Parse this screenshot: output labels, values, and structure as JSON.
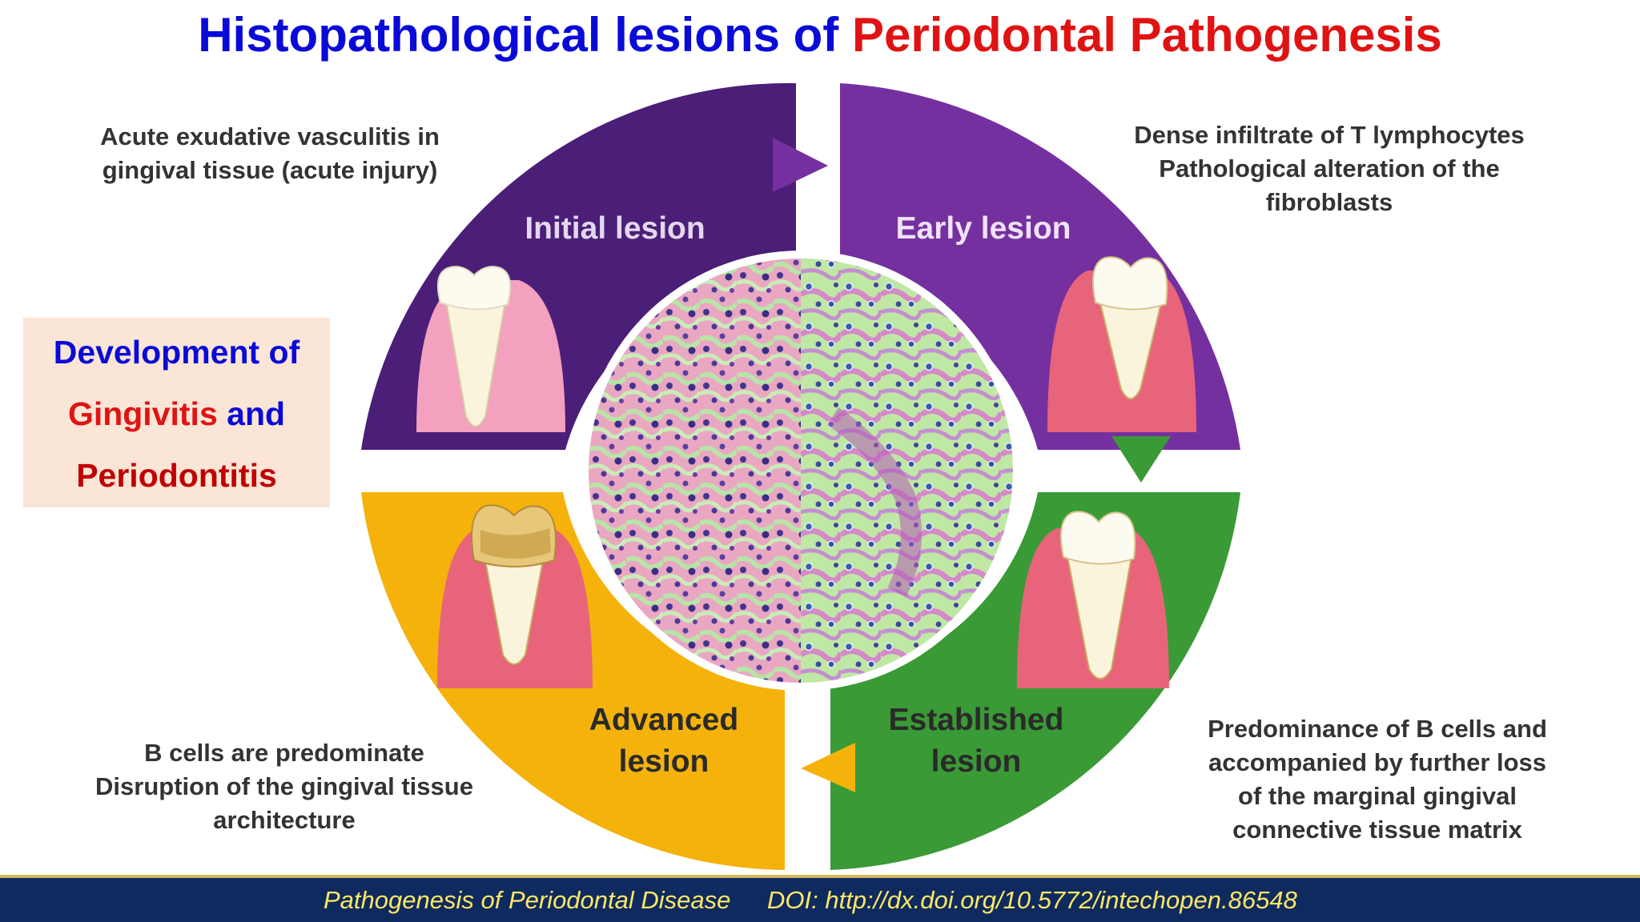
{
  "title": {
    "part1": "Histopathological lesions of",
    "part2": "Periodontal Pathogenesis"
  },
  "side_box": {
    "line1": "Development of",
    "line2_red": "Gingivitis",
    "line2_blue": "and",
    "line3": "Periodontitis"
  },
  "quadrants": {
    "initial": {
      "label": "Initial lesion",
      "color": "#4b1e78"
    },
    "early": {
      "label": "Early lesion",
      "color": "#7530a0"
    },
    "established": {
      "label_line1": "Established",
      "label_line2": "lesion",
      "color": "#3a9a36"
    },
    "advanced": {
      "label_line1": "Advanced",
      "label_line2": "lesion",
      "color": "#f4b20b"
    }
  },
  "descriptions": {
    "initial": [
      "Acute exudative vasculitis in",
      "gingival tissue (acute injury)"
    ],
    "early": [
      "Dense infiltrate of T lymphocytes",
      "Pathological alteration of the",
      "fibroblasts"
    ],
    "established": [
      "Predominance of B cells and",
      "accompanied by further loss",
      "of the marginal gingival",
      "connective tissue matrix"
    ],
    "advanced": [
      "B cells are predominate",
      "Disruption of the gingival tissue",
      "architecture"
    ]
  },
  "footer": {
    "source": "Pathogenesis of Periodontal Disease",
    "doi": "DOI: http://dx.doi.org/10.5772/intechopen.86548"
  }
}
